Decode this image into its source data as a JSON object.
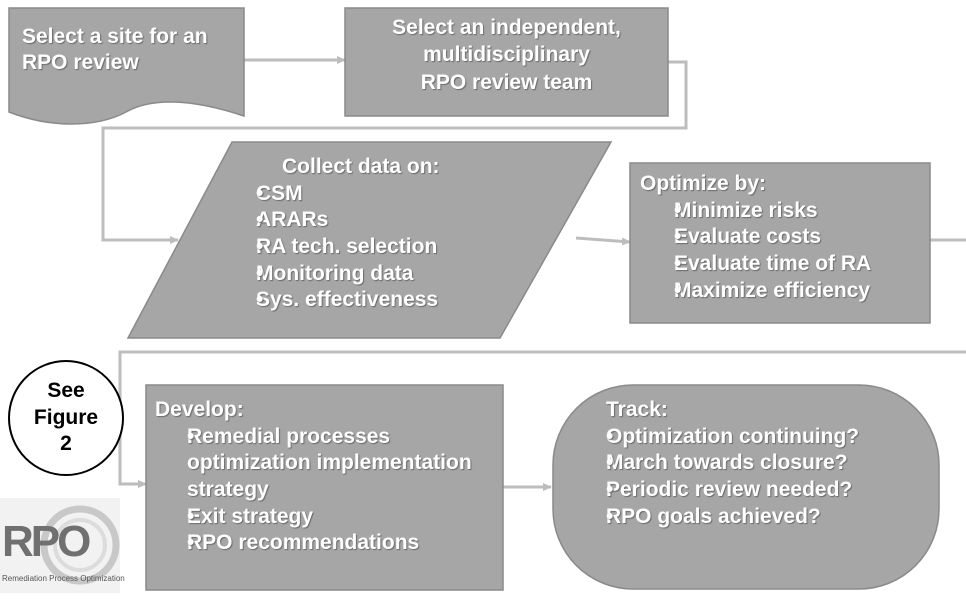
{
  "steps": {
    "select_site": {
      "text": "Select a site for an RPO review"
    },
    "select_team": {
      "lines": [
        "Select an independent,",
        "multidisciplinary",
        "RPO review team"
      ]
    },
    "collect_data": {
      "heading": "Collect data on:",
      "items": [
        "CSM",
        "ARARs",
        "RA tech. selection",
        "Monitoring data",
        "Sys. effectiveness"
      ]
    },
    "optimize": {
      "heading": "Optimize by:",
      "items": [
        "Minimize risks",
        "Evaluate costs",
        "Evaluate time of RA",
        "Maximize efficiency"
      ]
    },
    "develop": {
      "heading": "Develop:",
      "items": [
        "Remedial processes optimization implementation strategy",
        "Exit strategy",
        "RPO recommendations"
      ]
    },
    "track": {
      "heading": "Track:",
      "items": [
        "Optimization continuing?",
        "March towards closure?",
        "Periodic review needed?",
        "RPO goals achieved?"
      ]
    }
  },
  "figure_reference": {
    "lines": [
      "See",
      "Figure",
      "2"
    ]
  },
  "logo": {
    "letters": "RPO",
    "caption": "Remediation Process Optimization",
    "icon": "rpo-logo-icon"
  },
  "colors": {
    "box_fill": "#a6a6a6",
    "box_border": "#8a8a8a",
    "connector": "#bdbdbd",
    "text": "#ffffff"
  }
}
